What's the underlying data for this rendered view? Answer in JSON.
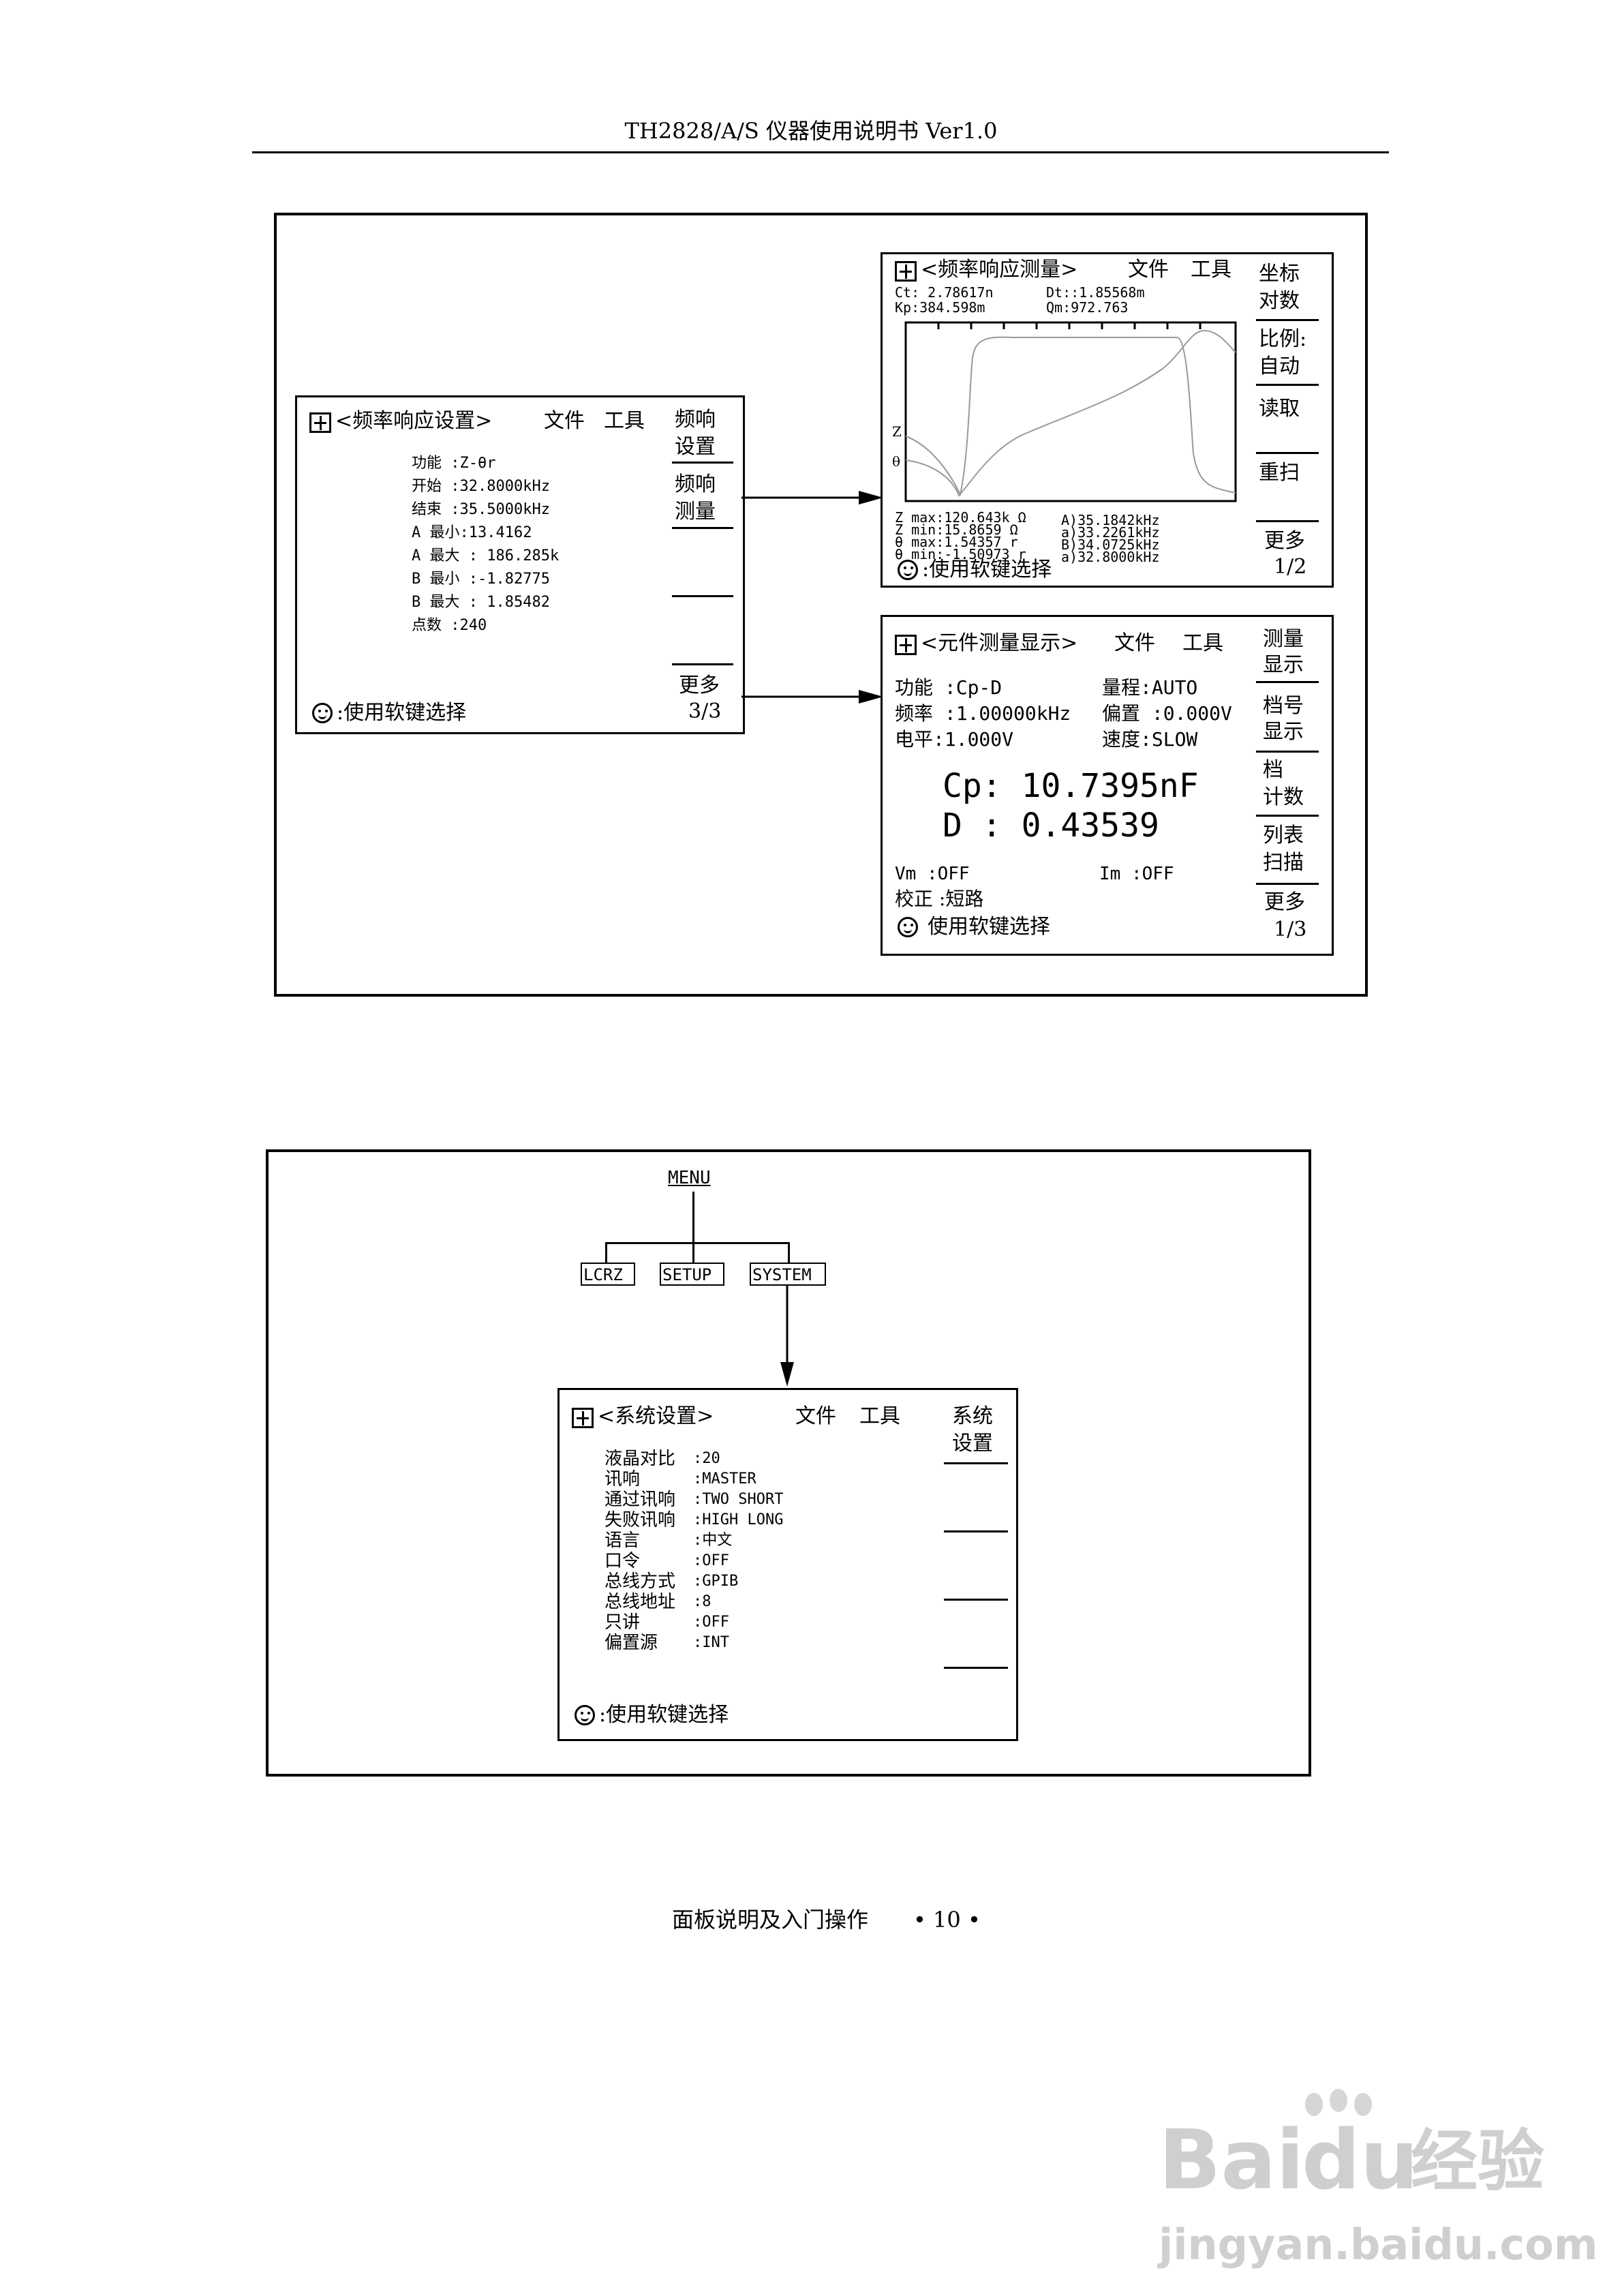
{
  "header": {
    "title": "TH2828/A/S 仪器使用说明书 Ver1.0"
  },
  "footer": {
    "text": "面板说明及入门操作",
    "page": "• 10 •"
  },
  "watermark": {
    "brand": "Bai",
    "brand2": "du",
    "jingyan": "经验",
    "url": "jingyan.baidu.com"
  },
  "common": {
    "file": "文件",
    "tools": "工具",
    "hint": ":使用软键选择",
    "hint2": "使用软键选择"
  },
  "freq_setup": {
    "title": "<频率响应设置>",
    "params": [
      "功能  :Z-θr",
      "开始  :32.8000kHz",
      "结束  :35.5000kHz",
      "A 最小:13.4162",
      "A 最大 : 186.285k",
      "B 最小 :-1.82775",
      "B 最大 : 1.85482",
      "点数  :240"
    ],
    "softkeys": {
      "k1a": "频响",
      "k1b": "设置",
      "k2a": "频响",
      "k2b": "测量",
      "more": "更多",
      "page": "3/3"
    }
  },
  "freq_measure": {
    "title": "<频率响应测量>",
    "ct": "Ct:  2.78617n",
    "dt": "Dt::1.85568m",
    "kp": "Kp:384.598m",
    "qm": "Qm:972.763",
    "y_z": "Z",
    "y_0": "θ",
    "stats_left": [
      "Z max:120.643k Ω",
      "Z min:15.8659 Ω",
      "θ max:1.54357 r",
      "θ min:-1.50973 r"
    ],
    "stats_right": [
      "A)35.1842kHz",
      "a)33.2261kHz",
      "B)34.0725kHz",
      "a)32.8000kHz"
    ],
    "softkeys": {
      "k1a": "坐标",
      "k1b": "对数",
      "k2a": "比例:",
      "k2b": "自动",
      "k3": "读取",
      "k4": "重扫",
      "more": "更多",
      "page": "1/2"
    }
  },
  "component": {
    "title": "<元件测量显示>",
    "func": "功能 :Cp-D",
    "range": "量程:AUTO",
    "freq": "频率 :1.00000kHz",
    "bias": "偏置 :0.000V",
    "level": "电平:1.000V",
    "speed": "速度:SLOW",
    "cp": "Cp:  10.7395nF",
    "d": "D :  0.43539",
    "vm": "Vm   :OFF",
    "im": "Im     :OFF",
    "corr": "校正 :短路",
    "softkeys": {
      "k1a": "测量",
      "k1b": "显示",
      "k2a": "档号",
      "k2b": "显示",
      "k3a": "档",
      "k3b": "计数",
      "k4a": "列表",
      "k4b": "扫描",
      "more": "更多",
      "page": "1/3"
    }
  },
  "menu": {
    "root": "MENU",
    "lcrz": "LCRZ",
    "setup": "SETUP",
    "system": "SYSTEM"
  },
  "system": {
    "title": "<系统设置>",
    "labels": [
      "液晶对比",
      "讯响",
      "通过讯响",
      "失败讯响",
      "语言",
      "口令",
      "总线方式",
      "总线地址",
      "只讲",
      "偏置源"
    ],
    "values": [
      ":20",
      ":MASTER",
      ":TWO SHORT",
      ":HIGH LONG",
      ":中文",
      ":OFF",
      ":GPIB",
      ":8",
      ":OFF",
      ":INT"
    ],
    "softkeys": {
      "k1a": "系统",
      "k1b": "设置"
    }
  }
}
